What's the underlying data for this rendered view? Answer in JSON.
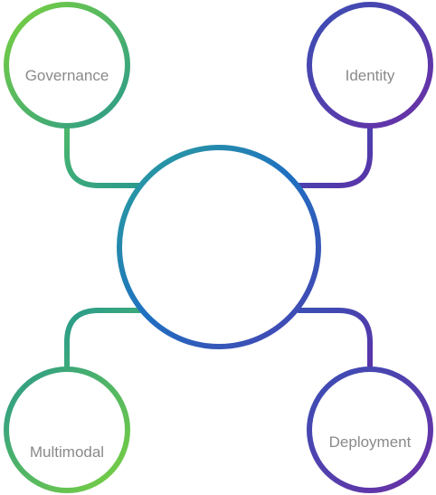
{
  "diagram": {
    "center": {
      "label": ""
    },
    "nodes": [
      {
        "id": "governance",
        "label": "Governance"
      },
      {
        "id": "identity",
        "label": "Identity"
      },
      {
        "id": "multimodal",
        "label": "Multimodal"
      },
      {
        "id": "deployment",
        "label": "Deployment"
      }
    ]
  },
  "colors": {
    "green": "#6cc94a",
    "teal": "#2a9a8c",
    "blue": "#1f6fc1",
    "purple": "#6b2fa6",
    "label_text": "#8a8a8a",
    "background": "#ffffff"
  }
}
